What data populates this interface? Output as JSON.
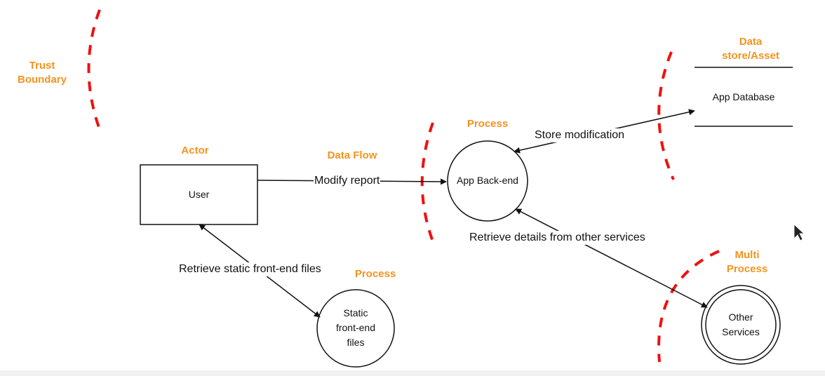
{
  "categories": {
    "trust_boundary": [
      "Trust",
      "Boundary"
    ],
    "actor": "Actor",
    "data_flow": "Data Flow",
    "process_backend": "Process",
    "data_store": [
      "Data",
      "store/Asset"
    ],
    "process_static": "Process",
    "multi_process": [
      "Multi",
      "Process"
    ]
  },
  "nodes": {
    "user": "User",
    "app_backend": "App Back-end",
    "app_database": "App Database",
    "static_files": [
      "Static",
      "front-end",
      "files"
    ],
    "other_services": [
      "Other",
      "Services"
    ]
  },
  "flows": {
    "modify_report": "Modify report",
    "store_modification": "Store modification",
    "retrieve_static": "Retrieve static front-end files",
    "retrieve_details": "Retrieve details from other services"
  },
  "colors": {
    "category": "#f5931f",
    "boundary": "#ee1111",
    "stroke": "#111111"
  }
}
